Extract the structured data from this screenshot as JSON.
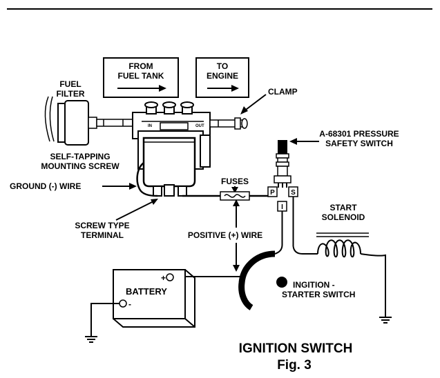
{
  "boxes": {
    "from_fuel_tank": [
      "FROM",
      "FUEL TANK"
    ],
    "to_engine": [
      "TO",
      "ENGINE"
    ]
  },
  "labels": {
    "fuel_filter": [
      "FUEL",
      "FILTER"
    ],
    "clamp": "CLAMP",
    "pressure_switch": [
      "A-68301 PRESSURE",
      "SAFETY SWITCH"
    ],
    "self_tapping_screw": [
      "SELF-TAPPING",
      "MOUNTING SCREW"
    ],
    "ground_wire": "GROUND (-) WIRE",
    "fuses": "FUSES",
    "terminal_p": "P",
    "terminal_s": "S",
    "terminal_i": "I",
    "start_solenoid": [
      "START",
      "SOLENOID"
    ],
    "screw_type_terminal": [
      "SCREW TYPE",
      "TERMINAL"
    ],
    "positive_wire": "POSITIVE (+) WIRE",
    "battery": "BATTERY",
    "battery_plus": "+",
    "battery_minus": "-",
    "ignition_starter_switch": [
      "INGITION -",
      "STARTER SWITCH"
    ]
  },
  "caption": {
    "title": "IGNITION SWITCH",
    "figure": "Fig. 3"
  },
  "pump_markings": {
    "in": "IN",
    "out": "OUT"
  }
}
